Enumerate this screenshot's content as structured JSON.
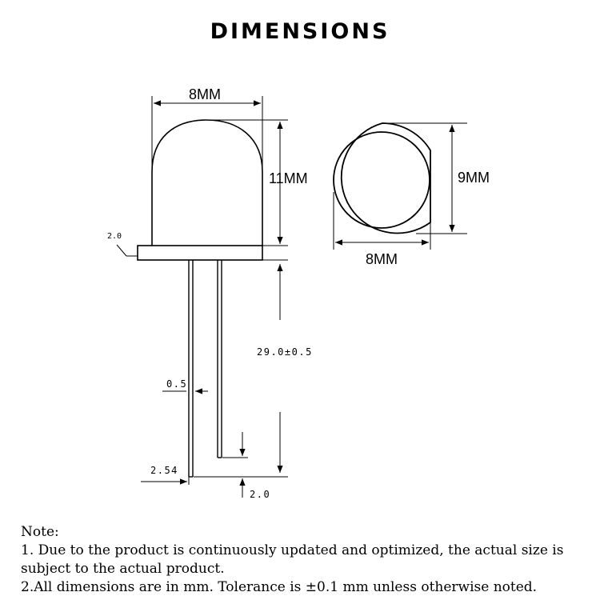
{
  "title": "DIMENSIONS",
  "drawing": {
    "side_view": {
      "width_label": "8MM",
      "height_label": "11MM",
      "flange_label": "2.0",
      "lead_length_label": "29.0±0.5",
      "lead_width_label": "0.5",
      "lead_spacing_label": "2.54",
      "lead_step_label": "2.0"
    },
    "top_view": {
      "flange_diameter_label": "9MM",
      "lens_diameter_label": "8MM"
    }
  },
  "notes": {
    "heading": "Note:",
    "line1": "1. Due to the product is continuously updated and optimized, the actual size is subject to the actual product.",
    "line2": "2.All dimensions are in mm. Tolerance is ±0.1 mm unless otherwise noted."
  }
}
